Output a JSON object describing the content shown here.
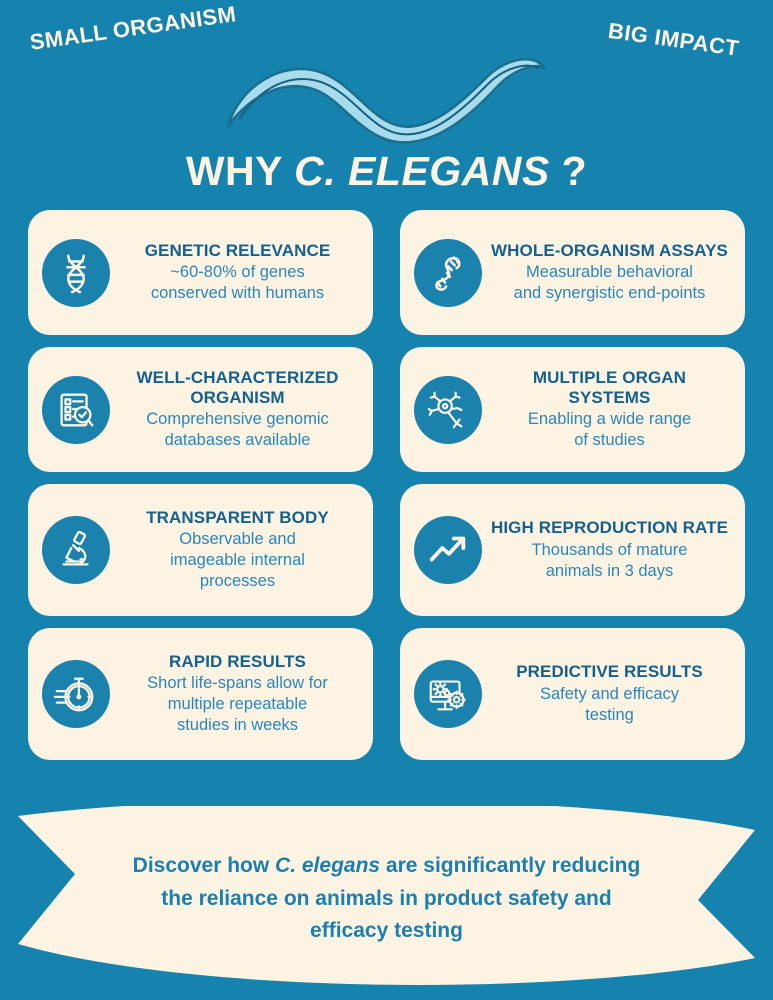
{
  "colors": {
    "background": "#1682ae",
    "card": "#fdf3e3",
    "icon_circle": "#1b82ae",
    "title_text": "#14608f",
    "body_text": "#2a86bd",
    "header_text": "#fdf4e3",
    "worm_fill": "#a8dced",
    "worm_stroke": "#1b6e8c",
    "ribbon_text": "#1b7fb0"
  },
  "header": {
    "kicker_left": "SMALL ORGANISM",
    "kicker_right": "BIG IMPACT",
    "title_prefix": "WHY ",
    "title_species": "C. ELEGANS",
    "title_suffix": " ?",
    "worm_icon": "c-elegans-worm-illustration"
  },
  "cards": [
    {
      "icon": "dna-helix-icon",
      "title": "GENETIC RELEVANCE",
      "body_lines": [
        "~60-80% of genes",
        "conserved with humans"
      ]
    },
    {
      "icon": "worm-icon",
      "title": "WHOLE-ORGANISM ASSAYS",
      "body_lines": [
        "Measurable behavioral",
        "and synergistic end-points"
      ]
    },
    {
      "icon": "checklist-magnifier-icon",
      "title": "WELL-CHARACTERIZED ORGANISM",
      "body_lines": [
        "Comprehensive genomic",
        "databases available"
      ]
    },
    {
      "icon": "neuron-icon",
      "title": "MULTIPLE ORGAN SYSTEMS",
      "body_lines": [
        "Enabling a wide range",
        "of studies"
      ]
    },
    {
      "icon": "microscope-icon",
      "title": "TRANSPARENT BODY",
      "body_lines": [
        "Observable and",
        "imageable internal",
        "processes"
      ]
    },
    {
      "icon": "trending-up-arrow-icon",
      "title": "HIGH REPRODUCTION RATE",
      "body_lines": [
        "Thousands of mature",
        "animals in 3 days"
      ]
    },
    {
      "icon": "stopwatch-icon",
      "title": "RAPID RESULTS",
      "body_lines": [
        "Short life-spans allow for",
        "multiple repeatable",
        "studies in weeks"
      ]
    },
    {
      "icon": "monitor-gears-icon",
      "title": "PREDICTIVE RESULTS",
      "body_lines": [
        "Safety and efficacy",
        "testing"
      ]
    }
  ],
  "ribbon": {
    "line1_prefix": "Discover how ",
    "line1_species": "C. elegans",
    "line1_suffix": " are significantly reducing",
    "line2": "the reliance on animals in product safety and",
    "line3": "efficacy testing"
  }
}
